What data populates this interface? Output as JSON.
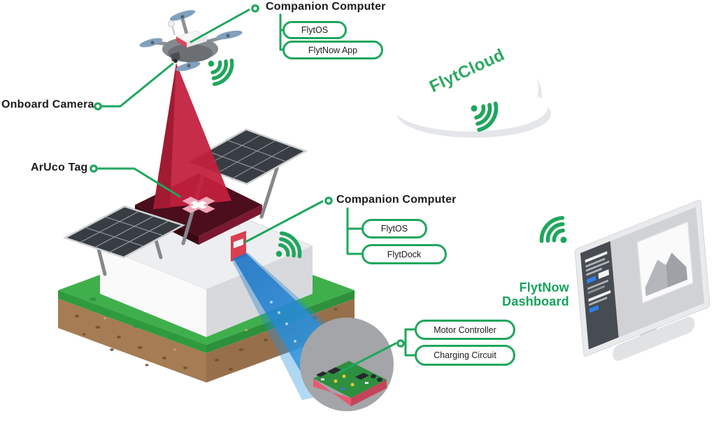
{
  "colors": {
    "brand_green": "#1EA65C",
    "text_dark": "#1B1B1D",
    "cone_red": "#C2203E",
    "cone_blue": "#2A8FD8",
    "dashboard_green": "#16A35C"
  },
  "drone_unit": {
    "heading": "Companion Computer",
    "modules": [
      "FlytOS",
      "FlytNow App"
    ]
  },
  "onboard_camera_label": "Onboard Camera",
  "marker_label": "ArUco Tag",
  "dock_unit": {
    "heading": "Companion Computer",
    "modules": [
      "FlytOS",
      "FlytDock"
    ]
  },
  "dock_electronics": {
    "modules": [
      "Motor Controller",
      "Charging Circuit"
    ]
  },
  "cloud": {
    "label": "FlytCloud"
  },
  "dashboard": {
    "line1": "FlytNow",
    "line2": "Dashboard"
  },
  "icons": {
    "wifi": "wifi-signal-icon",
    "cloud": "cloud-shape",
    "drone": "quadcopter-drone",
    "monitor": "dashboard-monitor",
    "pcb": "circuit-board"
  }
}
